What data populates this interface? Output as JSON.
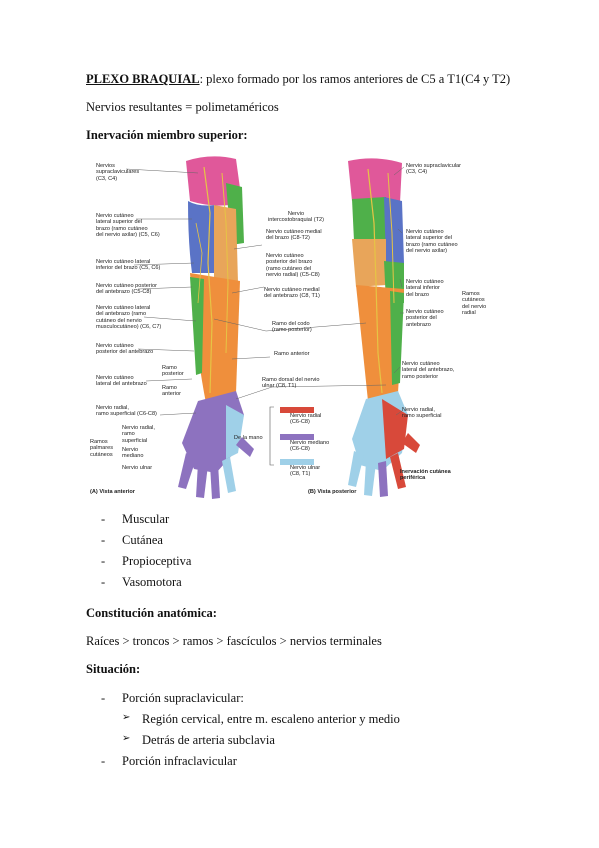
{
  "heading": {
    "title_bold": "PLEXO BRAQUIAL",
    "title_rest": ": plexo formado por los ramos anteriores de C5 a T1(C4 y T2)"
  },
  "resultantes": "Nervios resultantes = polimetaméricos",
  "inervacion_title": "Inervación miembro superior:",
  "figure": {
    "colors": {
      "pink": "#e0589a",
      "green": "#4fb04a",
      "blue": "#5a73c6",
      "orange": "#ef8f3c",
      "yellow_nerve": "#e6c445",
      "light_blue": "#9fd0e8",
      "purple": "#8d72bf",
      "red": "#d8493a"
    },
    "anterior": {
      "supraclav": "Nervios\nsupraclaviculares\n(C3, C4)",
      "cut_lat_sup": "Nervio cutáneo\nlateral superior del\nbrazo (ramo cutáneo\ndel nervio axilar) (C5, C6)",
      "cut_lat_inf": "Nervio cutáneo lateral\ninferior del brazo (C5, C6)",
      "cut_post_antebrazo": "Nervio cutáneo posterior\ndel antebrazo (C5-C8)",
      "cut_lat_antebrazo": "Nervio cutáneo lateral\ndel antebrazo (ramo\ncutáneo del nervio\nmusculocutáneo) (C6, C7)",
      "cut_post_antebrazo2": "Nervio cutáneo\nposterior del antebrazo",
      "ramo_posterior": "Ramo\nposterior",
      "cut_lat_antebrazo2": "Nervio cutáneo\nlateral del antebrazo",
      "ramo_anterior": "Ramo\nanterior",
      "radial_sup": "Nervio radial,\nramo superficial (C6-C8)",
      "ramos_palmares": "Ramos\npalmares\ncutáneos",
      "mano_radial": "Nervio radial,\nramo\nsuperficial",
      "mano_mediano": "Nervio\nmediano",
      "mano_ulnar": "Nervio ulnar",
      "caption": "(A) Vista anterior"
    },
    "center": {
      "intercostobraquial": "Nervio\nintercostobraquial (T2)",
      "cut_medial_brazo": "Nervio cutáneo medial\ndel brazo (C8-T2)",
      "cut_post_brazo": "Nervio cutáneo\nposterior del brazo\n(ramo cutáneo del\nnervio radial) (C5-C8)",
      "cut_medial_antebrazo": "Nervio cutáneo medial\ndel antebrazo (C8, T1)",
      "ramo_codo": "Ramo del codo\n(ramo posterior)",
      "ramo_anterior": "Ramo anterior",
      "ramo_dorsal_ulnar": "Ramo dorsal del nervio\nulnar (C8, T1)",
      "de_la_mano": "De la mano"
    },
    "legend": [
      {
        "label": "Nervio radial\n(C6-C8)",
        "color": "#d8493a"
      },
      {
        "label": "Nervio mediano\n(C6-C8)",
        "color": "#8d72bf"
      },
      {
        "label": "Nervio ulnar\n(C8, T1)",
        "color": "#9fd0e8"
      }
    ],
    "posterior": {
      "supraclav": "Nervio supraclavicular\n(C3, C4)",
      "cut_lat_sup": "Nervio cutáneo\nlateral superior del\nbrazo (ramo cutáneo\ndel nervio axilar)",
      "cut_lat_inf": "Nervio cutáneo\nlateral inferior\ndel brazo",
      "cut_post_antebrazo": "Nervio cutáneo\nposterior del\nantebrazo",
      "ramos_cutaneos": "Ramos\ncutáneos\ndel nervio\nradial",
      "cut_lat_antebrazo": "Nervio cutáneo\nlateral del antebrazo,\nramo posterior",
      "radial_sup": "Nervio radial,\nramo superficial",
      "inervacion_periferica": "Inervación cutánea\nperiférica",
      "caption": "(B) Vista posterior"
    }
  },
  "list1": [
    "Muscular",
    "Cutánea",
    "Propioceptiva",
    "Vasomotora"
  ],
  "constitucion_title": "Constitución anatómica:",
  "constitucion_text": "Raíces > troncos > ramos > fascículos > nervios terminales",
  "situacion_title": "Situación:",
  "situacion": {
    "supra": "Porción supraclavicular:",
    "sub1": "Región cervical, entre m. escaleno anterior y medio",
    "sub2": "Detrás de arteria subclavia",
    "infra": "Porción infraclavicular"
  },
  "glyphs": {
    "dash": "-",
    "arrow": "➢"
  }
}
